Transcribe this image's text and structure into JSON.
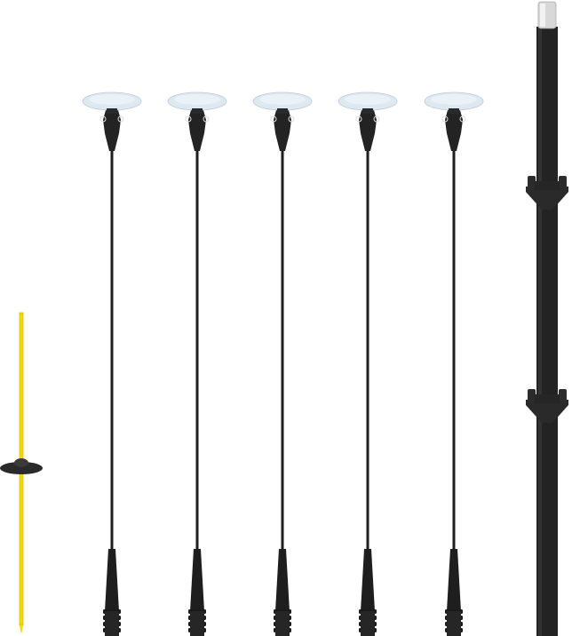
{
  "colors": {
    "background": "#ffffff",
    "pole": "#1e1e1e",
    "lamp_shade": "#dde8f1",
    "stake": "#f2dc00",
    "cap": "#d8d8d8"
  },
  "lamps": [
    {
      "name": "lamp-1"
    },
    {
      "name": "lamp-2"
    },
    {
      "name": "lamp-3"
    },
    {
      "name": "lamp-4"
    },
    {
      "name": "lamp-5"
    }
  ]
}
